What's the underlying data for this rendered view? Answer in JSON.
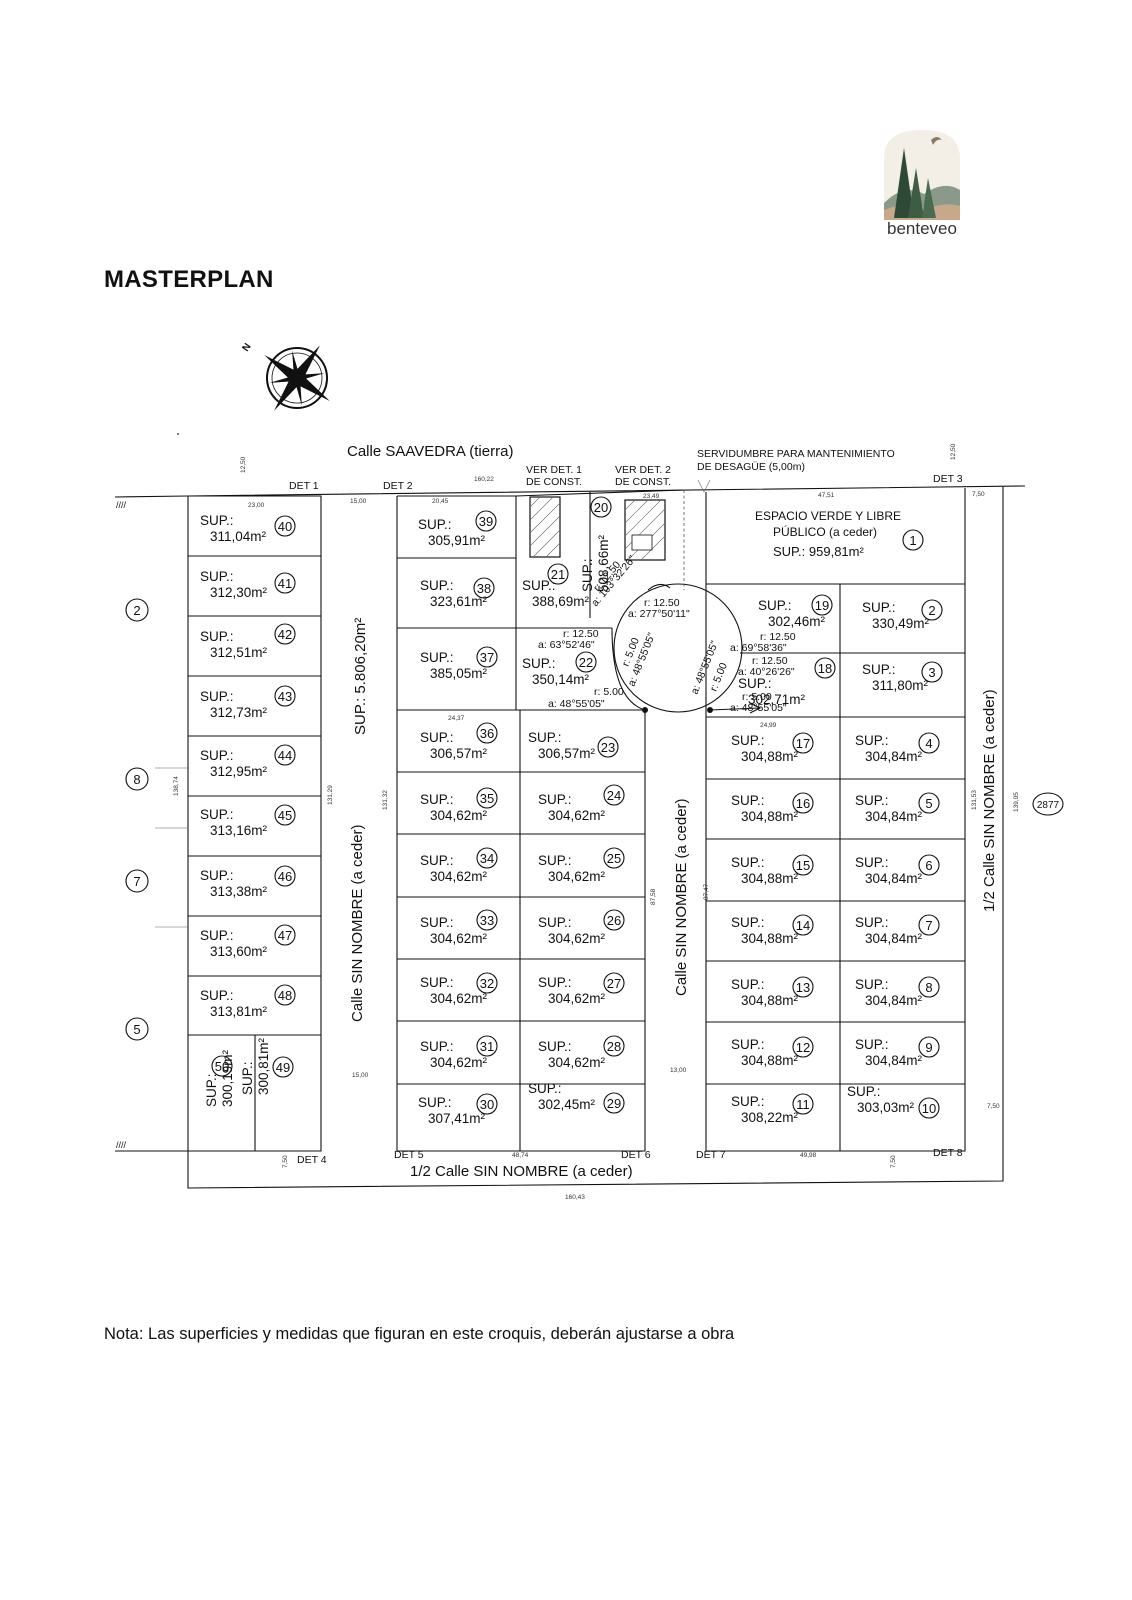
{
  "title": "MASTERPLAN",
  "note": "Nota: Las superficies y medidas que figuran en este croquis, deberán ajustarse a obra",
  "logo": {
    "brand": "benteveo",
    "icon": "tree-hills-bird-logo"
  },
  "compass": {
    "icon": "north-compass-rose-icon",
    "label": "N"
  },
  "streets": {
    "top": "Calle SAAVEDRA (tierra)",
    "bottom": "1/2 Calle SIN NOMBRE (a ceder)",
    "left_inner": "Calle SIN NOMBRE (a ceder)",
    "center": "Calle SIN NOMBRE (a ceder)",
    "right": "1/2 Calle SIN NOMBRE (a ceder)",
    "left_inner_area": "SUP.: 5.806,20m²"
  },
  "annotations": {
    "servidumbre": [
      "SERVIDUMBRE PARA MANTENIMIENTO",
      "DE DESAGÜE (5,00m)"
    ],
    "ver_det_1": [
      "VER DET. 1",
      "DE CONST."
    ],
    "ver_det_2": [
      "VER DET. 2",
      "DE CONST."
    ],
    "det": [
      "DET 1",
      "DET 2",
      "DET 3",
      "DET 4",
      "DET 5",
      "DET 6",
      "DET 7",
      "DET 8"
    ],
    "espacio_verde": [
      "ESPACIO VERDE Y LIBRE",
      "PÚBLICO (a ceder)",
      "SUP.: 959,81m²"
    ],
    "curve_left": [
      "r: 12.50",
      "a: 63°52'46\"",
      "r: 5.00",
      "a: 48°55'05\""
    ],
    "curve_top": [
      "r: 12.50",
      "a: 277°50'11\""
    ],
    "curve_right": [
      "r: 12.50",
      "a: 69°58'36\"",
      "r: 12.50",
      "a: 40°26'26\"",
      "r: 5.00",
      "a: 48°55'05\""
    ],
    "curve_lot20": [
      "r: 12.50",
      "a: 103°32'26\""
    ],
    "diag_left": [
      "a: 48°55'05\"",
      "r: 5.00"
    ],
    "diag_right": [
      "a: 48°55'05\"",
      "r: 5.00"
    ]
  },
  "neighbors": [
    "2",
    "8",
    "7",
    "5",
    "2877"
  ],
  "dimensions": [
    "12,50",
    "160,22",
    "15,00",
    "23,00",
    "20,45",
    "23,49",
    "47,51",
    "7,50",
    "12,50",
    "131,32",
    "131,29",
    "138,74",
    "87,58",
    "87,47",
    "131,53",
    "139,05",
    "160,43",
    "49,98",
    "48,74",
    "15,00",
    "13,00",
    "7,50",
    "7,50",
    "7,50",
    "24,37",
    "24,99"
  ],
  "lots": [
    {
      "n": "1",
      "sup": "959,81m²"
    },
    {
      "n": "2",
      "sup": "330,49m²"
    },
    {
      "n": "3",
      "sup": "311,80m²"
    },
    {
      "n": "4",
      "sup": "304,84m²"
    },
    {
      "n": "5",
      "sup": "304,84m²"
    },
    {
      "n": "6",
      "sup": "304,84m²"
    },
    {
      "n": "7",
      "sup": "304,84m²"
    },
    {
      "n": "8",
      "sup": "304,84m²"
    },
    {
      "n": "9",
      "sup": "304,84m²"
    },
    {
      "n": "10",
      "sup": "303,03m²"
    },
    {
      "n": "11",
      "sup": "308,22m²"
    },
    {
      "n": "12",
      "sup": "304,88m²"
    },
    {
      "n": "13",
      "sup": "304,88m²"
    },
    {
      "n": "14",
      "sup": "304,88m²"
    },
    {
      "n": "15",
      "sup": "304,88m²"
    },
    {
      "n": "16",
      "sup": "304,88m²"
    },
    {
      "n": "17",
      "sup": "304,88m²"
    },
    {
      "n": "18",
      "sup": "302,71m²"
    },
    {
      "n": "19",
      "sup": "302,46m²"
    },
    {
      "n": "20",
      "sup": "508,66m²"
    },
    {
      "n": "21",
      "sup": "388,69m²"
    },
    {
      "n": "22",
      "sup": "350,14m²"
    },
    {
      "n": "23",
      "sup": "306,57m²"
    },
    {
      "n": "24",
      "sup": "304,62m²"
    },
    {
      "n": "25",
      "sup": "304,62m²"
    },
    {
      "n": "26",
      "sup": "304,62m²"
    },
    {
      "n": "27",
      "sup": "304,62m²"
    },
    {
      "n": "28",
      "sup": "304,62m²"
    },
    {
      "n": "29",
      "sup": "302,45m²"
    },
    {
      "n": "30",
      "sup": "307,41m²"
    },
    {
      "n": "31",
      "sup": "304,62m²"
    },
    {
      "n": "32",
      "sup": "304,62m²"
    },
    {
      "n": "33",
      "sup": "304,62m²"
    },
    {
      "n": "34",
      "sup": "304,62m²"
    },
    {
      "n": "35",
      "sup": "304,62m²"
    },
    {
      "n": "36",
      "sup": "306,57m²"
    },
    {
      "n": "37",
      "sup": "385,05m²"
    },
    {
      "n": "38",
      "sup": "323,61m²"
    },
    {
      "n": "39",
      "sup": "305,91m²"
    },
    {
      "n": "40",
      "sup": "311,04m²"
    },
    {
      "n": "41",
      "sup": "312,30m²"
    },
    {
      "n": "42",
      "sup": "312,51m²"
    },
    {
      "n": "43",
      "sup": "312,73m²"
    },
    {
      "n": "44",
      "sup": "312,95m²"
    },
    {
      "n": "45",
      "sup": "313,16m²"
    },
    {
      "n": "46",
      "sup": "313,38m²"
    },
    {
      "n": "47",
      "sup": "313,60m²"
    },
    {
      "n": "48",
      "sup": "313,81m²"
    },
    {
      "n": "49",
      "sup": "300,81m²"
    },
    {
      "n": "50",
      "sup": "300,19m²"
    }
  ],
  "sup_prefix": "SUP.:"
}
